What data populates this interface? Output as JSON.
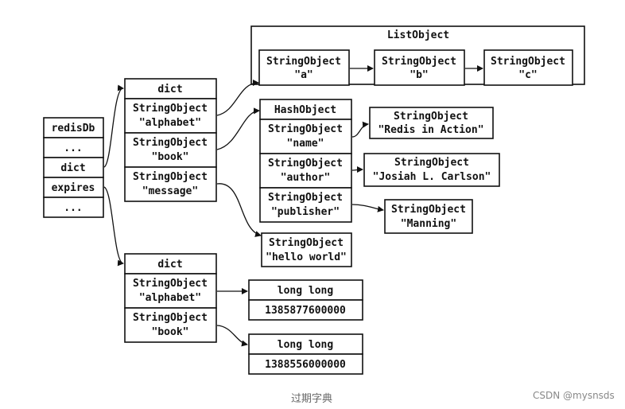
{
  "redisdb": {
    "title": "redisDb",
    "rows": [
      "...",
      "dict",
      "expires",
      "..."
    ]
  },
  "dict_main": {
    "title": "dict",
    "rows": [
      [
        "StringObject",
        "\"alphabet\""
      ],
      [
        "StringObject",
        "\"book\""
      ],
      [
        "StringObject",
        "\"message\""
      ]
    ]
  },
  "list_object": {
    "title": "ListObject",
    "items": [
      [
        "StringObject",
        "\"a\""
      ],
      [
        "StringObject",
        "\"b\""
      ],
      [
        "StringObject",
        "\"c\""
      ]
    ]
  },
  "hash_object": {
    "title": "HashObject",
    "rows": [
      [
        "StringObject",
        "\"name\""
      ],
      [
        "StringObject",
        "\"author\""
      ],
      [
        "StringObject",
        "\"publisher\""
      ]
    ],
    "values": [
      [
        "StringObject",
        "\"Redis in Action\""
      ],
      [
        "StringObject",
        "\"Josiah L. Carlson\""
      ],
      [
        "StringObject",
        "\"Manning\""
      ]
    ]
  },
  "message_value": [
    "StringObject",
    "\"hello world\""
  ],
  "dict_expires": {
    "title": "dict",
    "rows": [
      [
        "StringObject",
        "\"alphabet\""
      ],
      [
        "StringObject",
        "\"book\""
      ]
    ],
    "values": [
      [
        "long long",
        "1385877600000"
      ],
      [
        "long long",
        "1388556000000"
      ]
    ]
  },
  "caption": "过期字典",
  "watermark": "CSDN @mysnsds"
}
